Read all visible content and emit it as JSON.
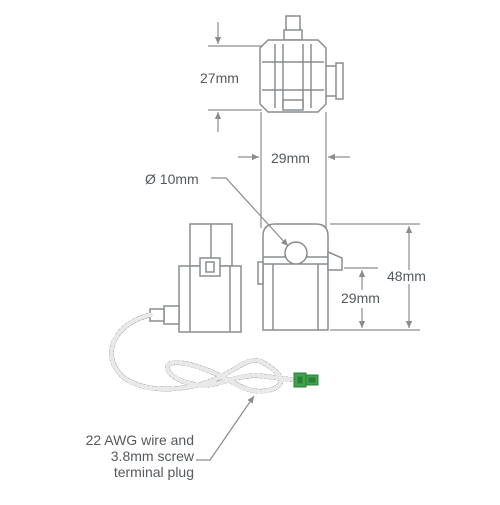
{
  "dimensions": {
    "top_height": "27mm",
    "top_width": "29mm",
    "hole_diameter": "Ø 10mm",
    "total_height": "48mm",
    "body_height": "29mm"
  },
  "wire_note": {
    "line1": "22 AWG wire and",
    "line2": "3.8mm screw",
    "line3": "terminal plug"
  },
  "colors": {
    "outline": "#8a8d90",
    "fill": "#ffffff",
    "text": "#555a5e",
    "terminal": "#3fa34d",
    "wire_dark": "#1f1f1f",
    "wire_light": "#e9e9e9"
  }
}
